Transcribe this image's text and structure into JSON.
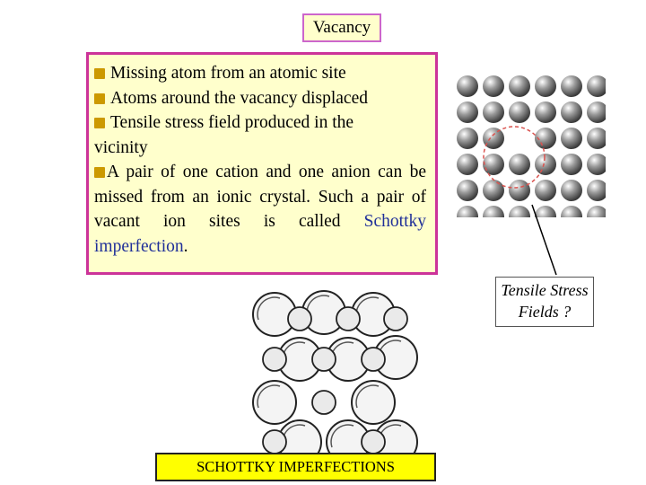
{
  "title": "Vacancy",
  "bullets": {
    "b1": "Missing atom from an atomic site",
    "b2": "Atoms around the vacancy displaced",
    "b3_line1": "Tensile stress field produced in the",
    "b3_line2": "vicinity",
    "b4_part1": "A pair of one cation and one anion can be missed from an ionic  crystal. Such a pair of vacant ion sites is called ",
    "b4_highlight": "Schottky imperfection",
    "b4_end": "."
  },
  "tensile_label": {
    "line1": "Tensile Stress",
    "line2": "Fields ?"
  },
  "caption": "SCHOTTKY  IMPERFECTIONS",
  "colors": {
    "title_fill": "#ffffcc",
    "title_border": "#cc66cc",
    "box_border": "#cc3399",
    "bullet": "#cc9900",
    "highlight_text": "#1f2f99",
    "caption_fill": "#ffff00",
    "circle": "#d9534f"
  }
}
